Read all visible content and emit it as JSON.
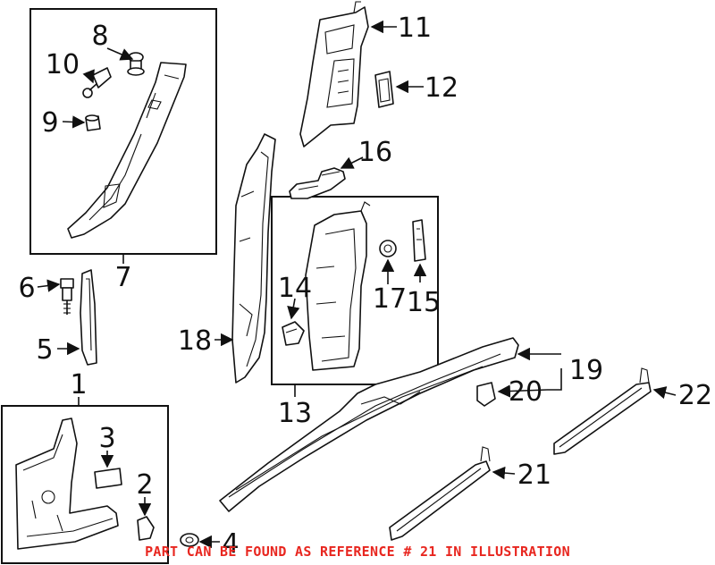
{
  "diagram": {
    "callouts": {
      "c1": "1",
      "c2": "2",
      "c3": "3",
      "c4": "4",
      "c5": "5",
      "c6": "6",
      "c7": "7",
      "c8": "8",
      "c9": "9",
      "c10": "10",
      "c11": "11",
      "c12": "12",
      "c13": "13",
      "c14": "14",
      "c15": "15",
      "c16": "16",
      "c17": "17",
      "c18": "18",
      "c19": "19",
      "c20": "20",
      "c21": "21",
      "c22": "22"
    },
    "note": "PART CAN BE FOUND AS REFERENCE # 21 IN ILLUSTRATION",
    "note_color": "#e8261f",
    "line_color": "#111111"
  }
}
